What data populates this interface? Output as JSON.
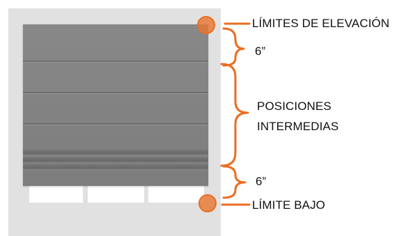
{
  "labels": {
    "raise_limits": "LÍMITES DE ELEVACIÓN",
    "top_spacing": "6”",
    "intermediate_line1": "POSICIONES",
    "intermediate_line2": "INTERMEDIAS",
    "bottom_spacing": "6”",
    "lower_limit": "LÍMITE BAJO"
  },
  "colors": {
    "accent": "#ea6d20",
    "shade": "#838383",
    "frame": "#e1e1e2"
  }
}
